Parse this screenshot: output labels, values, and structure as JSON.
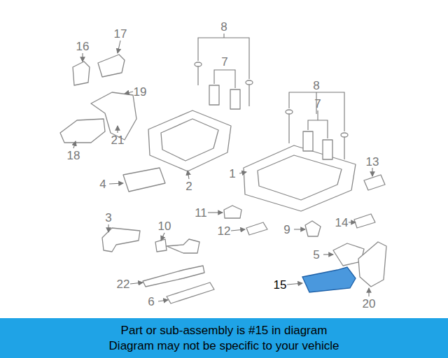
{
  "diagram": {
    "nodes": [
      {
        "text": [
          "Part or sub-assembly is #15 in diagram",
          "Diagram may not be specific to your vehicle"
        ]
      }
    ],
    "labels": [
      "16",
      "17",
      "8",
      "7",
      "19",
      "21",
      "18",
      "4",
      "2",
      "1",
      "8",
      "7",
      "13",
      "3",
      "11",
      "12",
      "10",
      "9",
      "14",
      "5",
      "22",
      "6",
      "15",
      "20"
    ]
  }
}
